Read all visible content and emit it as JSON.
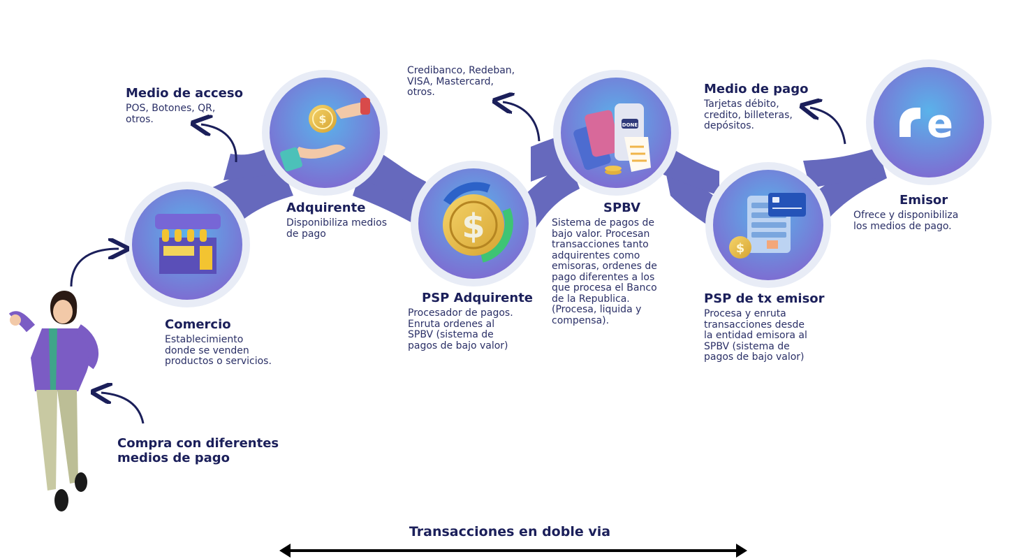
{
  "nodes": [
    {
      "id": "comercio",
      "title": "Comercio",
      "desc": [
        "Establecimiento",
        "donde se venden",
        "productos o servicios."
      ]
    },
    {
      "id": "adquirente",
      "title": "Adquirente",
      "desc": [
        "Disponibiliza medios",
        "de pago"
      ]
    },
    {
      "id": "psp_adquirente",
      "title": "PSP Adquirente",
      "desc": [
        "Procesador de pagos.",
        "Enruta ordenes al",
        "SPBV (sistema de",
        "pagos de bajo valor)"
      ]
    },
    {
      "id": "spbv",
      "title": "SPBV",
      "desc": [
        "Sistema de pagos de",
        "bajo valor. Procesan",
        "transacciones tanto",
        "adquirentes como",
        "emisoras, ordenes de",
        "pago diferentes a los",
        "que procesa el Banco",
        "de la Republica.",
        "(Procesa, liquida y",
        "compensa)."
      ]
    },
    {
      "id": "psp_emisor",
      "title": "PSP de tx emisor",
      "desc": [
        "Procesa y enruta",
        "transacciones desde",
        "la entidad emisora al",
        "SPBV (sistema de",
        "pagos de bajo valor)"
      ]
    },
    {
      "id": "emisor",
      "title": "Emisor",
      "desc": [
        "Ofrece y disponibiliza",
        "los medios de pago."
      ]
    }
  ],
  "callouts": [
    {
      "id": "medio_acceso",
      "title": "Medio de acceso",
      "desc": [
        "POS, Botones, QR,",
        "otros."
      ]
    },
    {
      "id": "redes",
      "title": "",
      "desc": [
        "Credibanco, Redeban,",
        "VISA, Mastercard,",
        "otros."
      ]
    },
    {
      "id": "medio_pago",
      "title": "Medio de pago",
      "desc": [
        "Tarjetas débito,",
        "credito, billeteras,",
        "depósitos."
      ]
    },
    {
      "id": "compra",
      "title": "Compra con diferentes medios de pago",
      "desc": []
    }
  ],
  "footer": {
    "title": "Transacciones en doble via"
  },
  "icons": {
    "comercio": "storefront-icon",
    "adquirente": "hands-coin-icon",
    "psp_adquirente": "dollar-coin-cycle-icon",
    "spbv": "payment-terminal-icon",
    "psp_emisor": "credit-card-cash-icon",
    "emisor": "re-logo-icon"
  },
  "colors": {
    "dark": "#1b1f5a",
    "band": "#6669bd",
    "ring": "#e8ecf6",
    "circle_center": "#5ab2ea",
    "circle_edge": "#7d6ed2"
  },
  "text": {
    "done_label": "DONE",
    "logo_text": "re"
  }
}
